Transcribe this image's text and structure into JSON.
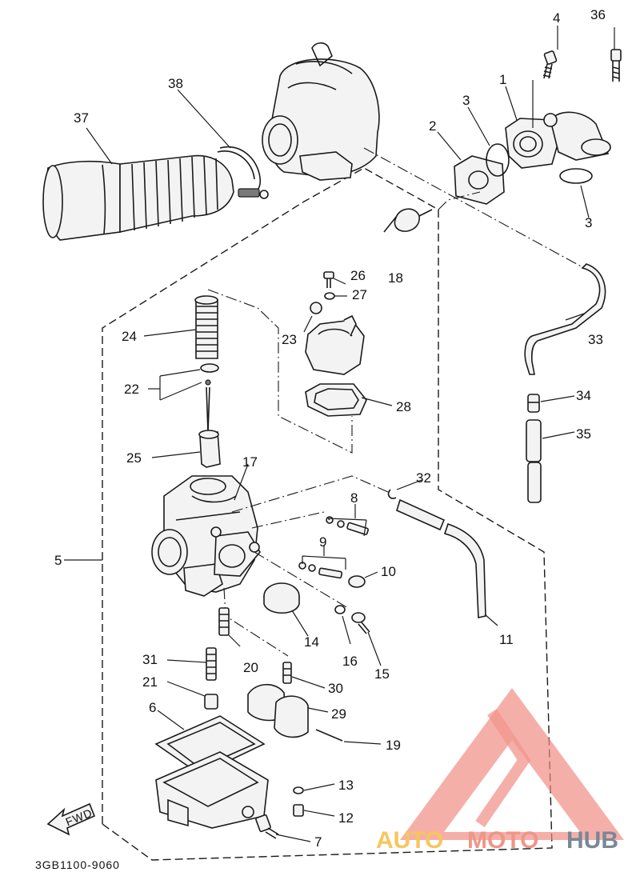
{
  "diagram": {
    "drawing_code": "3GB1100-9060",
    "direction_arrow": "FWD",
    "callouts": [
      "1",
      "2",
      "3",
      "3",
      "4",
      "5",
      "6",
      "7",
      "8",
      "9",
      "10",
      "11",
      "12",
      "13",
      "14",
      "15",
      "16",
      "17",
      "18",
      "19",
      "20",
      "21",
      "22",
      "23",
      "24",
      "25",
      "26",
      "27",
      "28",
      "29",
      "30",
      "31",
      "32",
      "33",
      "34",
      "35",
      "36",
      "37",
      "38"
    ]
  },
  "watermark": {
    "brand_auto": "AUTO",
    "brand_moto": "MOTO",
    "brand_hub": "HUB",
    "colors": {
      "auto": "#f7c04a",
      "moto": "#ee8b7a",
      "hub": "#6b7b8c",
      "logo": "#f08a80"
    }
  }
}
